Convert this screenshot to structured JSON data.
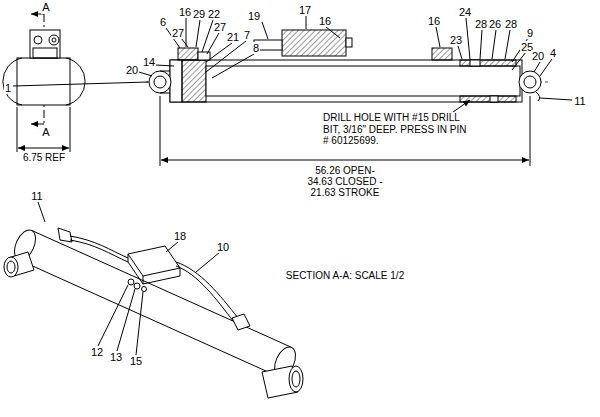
{
  "diagram": {
    "labels": [
      "A",
      "A",
      "6.75 REF",
      "1",
      "20",
      "14",
      "6",
      "16",
      "27",
      "29",
      "22",
      "27",
      "21",
      "7",
      "8",
      "19",
      "17",
      "16",
      "16",
      "23",
      "24",
      "28",
      "26",
      "28",
      "9",
      "25",
      "20",
      "4",
      "11",
      "DRILL HOLE WITH #15 DRILL BIT, 3/16\" DEEP. PRESS IN PIN # 60125699.",
      "56.26 OPEN-",
      "34.63 CLOSED -",
      "21.63 STROKE",
      "SECTION A-A: SCALE 1/2",
      "11",
      "18",
      "10",
      "12",
      "13",
      "15"
    ]
  }
}
